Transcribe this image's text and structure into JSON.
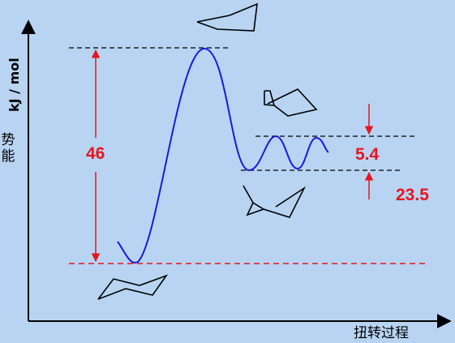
{
  "axes": {
    "y_label": "kJ / mol",
    "y_sublabel": "势能",
    "x_label": "扭转过程"
  },
  "barriers": [
    {
      "value": "46"
    },
    {
      "value": "5.4"
    },
    {
      "value": "23.5"
    }
  ],
  "colors": {
    "background": "#b8d4f2",
    "curve": "#1a1adb",
    "annotation": "#e8141e",
    "axis": "#000000"
  }
}
